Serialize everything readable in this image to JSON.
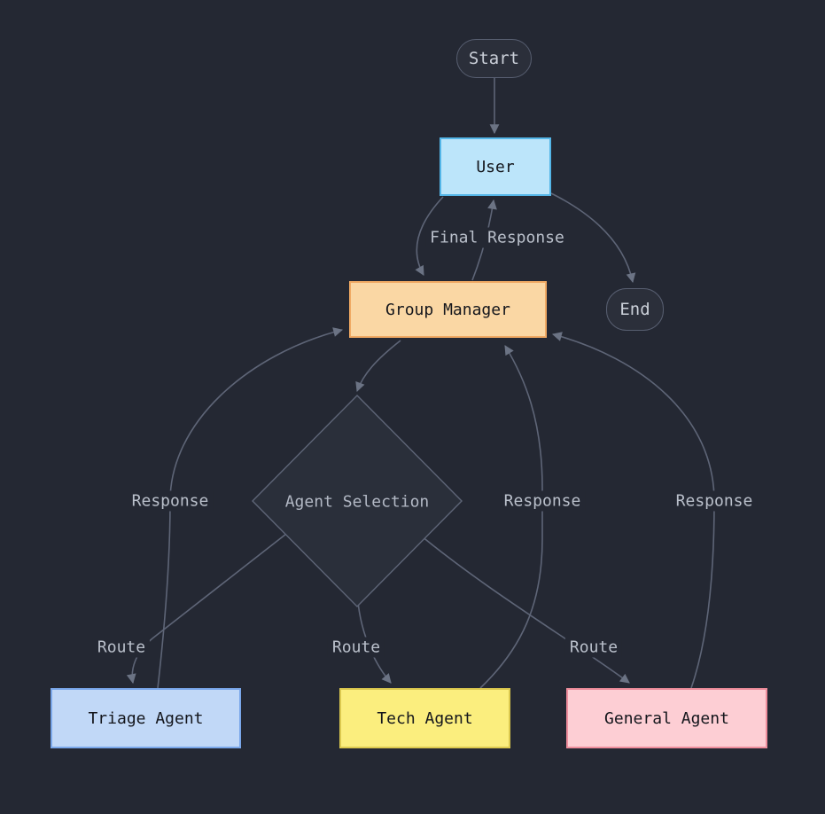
{
  "diagram": {
    "type": "flowchart",
    "colors": {
      "bg": "#242833",
      "edge": "#5e6577",
      "arrow": "#6b7384",
      "label_text": "#bac0cb",
      "stadium_fill": "#2b2f3a",
      "stadium_border": "#575e70",
      "stadium_text": "#cbd0d9",
      "diamond_text": "#b2b8c4",
      "node_text": "#14161c"
    },
    "nodes": {
      "start": {
        "label": "Start",
        "shape": "stadium"
      },
      "user": {
        "label": "User",
        "shape": "rect",
        "fill": "#bce5fa",
        "border": "#54b6e8"
      },
      "group_manager": {
        "label": "Group Manager",
        "shape": "rect",
        "fill": "#fad7a4",
        "border": "#f0a963"
      },
      "end": {
        "label": "End",
        "shape": "stadium"
      },
      "agent_selection": {
        "label": "Agent Selection",
        "shape": "diamond",
        "fill": "#2a2f3a",
        "border": "#5e6577"
      },
      "triage_agent": {
        "label": "Triage Agent",
        "shape": "rect",
        "fill": "#c1d8f7",
        "border": "#7aa7ea"
      },
      "tech_agent": {
        "label": "Tech Agent",
        "shape": "rect",
        "fill": "#fbee7e",
        "border": "#dcc94f"
      },
      "general_agent": {
        "label": "General Agent",
        "shape": "rect",
        "fill": "#fdced4",
        "border": "#ee8d9c"
      }
    },
    "edge_labels": {
      "final_response": "Final Response",
      "response": "Response",
      "route": "Route"
    },
    "edges": [
      {
        "from": "start",
        "to": "user",
        "label": ""
      },
      {
        "from": "user",
        "to": "group_manager",
        "label": ""
      },
      {
        "from": "group_manager",
        "to": "user",
        "label": "Final Response"
      },
      {
        "from": "user",
        "to": "end",
        "label": ""
      },
      {
        "from": "group_manager",
        "to": "agent_selection",
        "label": ""
      },
      {
        "from": "agent_selection",
        "to": "triage_agent",
        "label": "Route"
      },
      {
        "from": "agent_selection",
        "to": "tech_agent",
        "label": "Route"
      },
      {
        "from": "agent_selection",
        "to": "general_agent",
        "label": "Route"
      },
      {
        "from": "triage_agent",
        "to": "group_manager",
        "label": "Response"
      },
      {
        "from": "tech_agent",
        "to": "group_manager",
        "label": "Response"
      },
      {
        "from": "general_agent",
        "to": "group_manager",
        "label": "Response"
      }
    ]
  }
}
